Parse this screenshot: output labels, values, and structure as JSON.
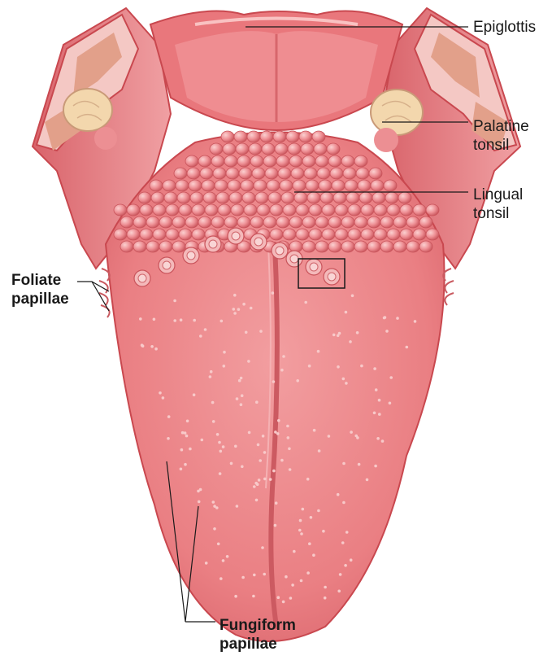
{
  "labels": {
    "epiglottis": "Epiglottis",
    "palatine_tonsil": "Palatine\ntonsil",
    "lingual_tonsil": "Lingual\ntonsil",
    "foliate_papillae": "Foliate\npapillae",
    "fungiform_papillae": "Fungiform\npapillae"
  },
  "colors": {
    "tongue": "#ea7f83",
    "tongue_highlight": "#f7b3b3",
    "tissue_dark": "#c9484f",
    "tonsil_bump": "#ee8f94",
    "fat": "#f3d7ad",
    "leader_line": "#1a1a1a"
  }
}
